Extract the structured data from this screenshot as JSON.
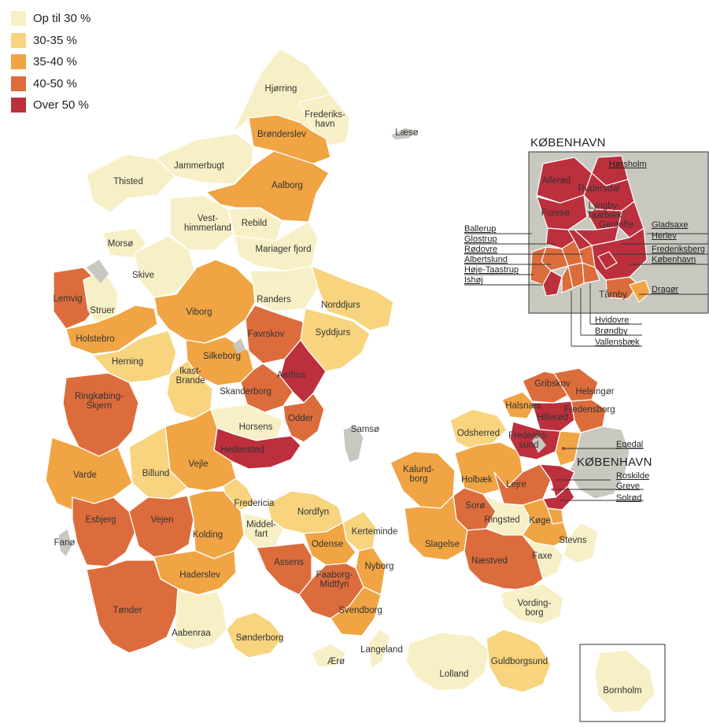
{
  "legend": [
    {
      "label": "Op til 30 %",
      "color": "#f7f0c6"
    },
    {
      "label": "30-35 %",
      "color": "#f8d47f"
    },
    {
      "label": "35-40 %",
      "color": "#f0a443"
    },
    {
      "label": "40-50 %",
      "color": "#dc6c3c"
    },
    {
      "label": "Over 50 %",
      "color": "#bc2f3d"
    }
  ],
  "colors": {
    "lake": "#c8c8c0",
    "border": "#ffffff",
    "capital_area": "#c8c8c0"
  },
  "municipalities": [
    "Hjørring",
    "Frederiks-\nhavn",
    "Læsø",
    "Brønderslev",
    "Jammerbugt",
    "Thisted",
    "Aalborg",
    "Vest-\nhimmerland",
    "Rebild",
    "Mariager fjord",
    "Morsø",
    "Skive",
    "Lemvig",
    "Struer",
    "Randers",
    "Norddjurs",
    "Viborg",
    "Holstebro",
    "Favrskov",
    "Syddjurs",
    "Herning",
    "Silkeborg",
    "Ikast-\nBrande",
    "Aarhus",
    "Skanderborg",
    "Ringkøbing-\nSkjern",
    "Odder",
    "Horsens",
    "Samsø",
    "Hedensted",
    "Vejle",
    "Billund",
    "Varde",
    "Fredericia",
    "Nordfyn",
    "Middel-\nfart",
    "Kerteminde",
    "Esbjerg",
    "Vejen",
    "Kolding",
    "Odense",
    "Fanø",
    "Assens",
    "Nyborg",
    "Faaborg-\nMidtfyn",
    "Haderslev",
    "Svendborg",
    "Tønder",
    "Aabenraa",
    "Sønderborg",
    "Langeland",
    "Ærø",
    "Lolland",
    "Guldborgsund",
    "Bornholm",
    "Gribskov",
    "Helsingør",
    "Halsnæs",
    "Hillerød",
    "Fredensborg",
    "Frederiks-\nsund",
    "Odsherred",
    "Kalund-\nborg",
    "Holbæk",
    "Lejre",
    "Sorø",
    "Ringsted",
    "Køge",
    "Slagelse",
    "Stevns",
    "Næstved",
    "Faxe",
    "Vording-\nborg",
    "Allerød",
    "Rudersdal",
    "Furesø",
    "Lyngby-\nTaarbæk",
    "Gentofte",
    "Tårnby"
  ],
  "inset": {
    "title": "KØBENHAVN",
    "left_labels": [
      "Ballerup",
      "Glostrup",
      "Rødovre",
      "Albertslund",
      "Høje-Taastrup",
      "Ishøj"
    ],
    "right_labels": [
      "Hørsholm",
      "Gladsaxe",
      "Herlev",
      "Frederiksberg",
      "København",
      "Dragør"
    ],
    "bottom_labels": [
      "Hvidovre",
      "Brøndby",
      "Vallensbæk"
    ]
  },
  "zealand": {
    "title": "KØBENHAVN",
    "callouts": [
      "Egedal",
      "Roskilde",
      "Greve",
      "Solrød"
    ]
  }
}
